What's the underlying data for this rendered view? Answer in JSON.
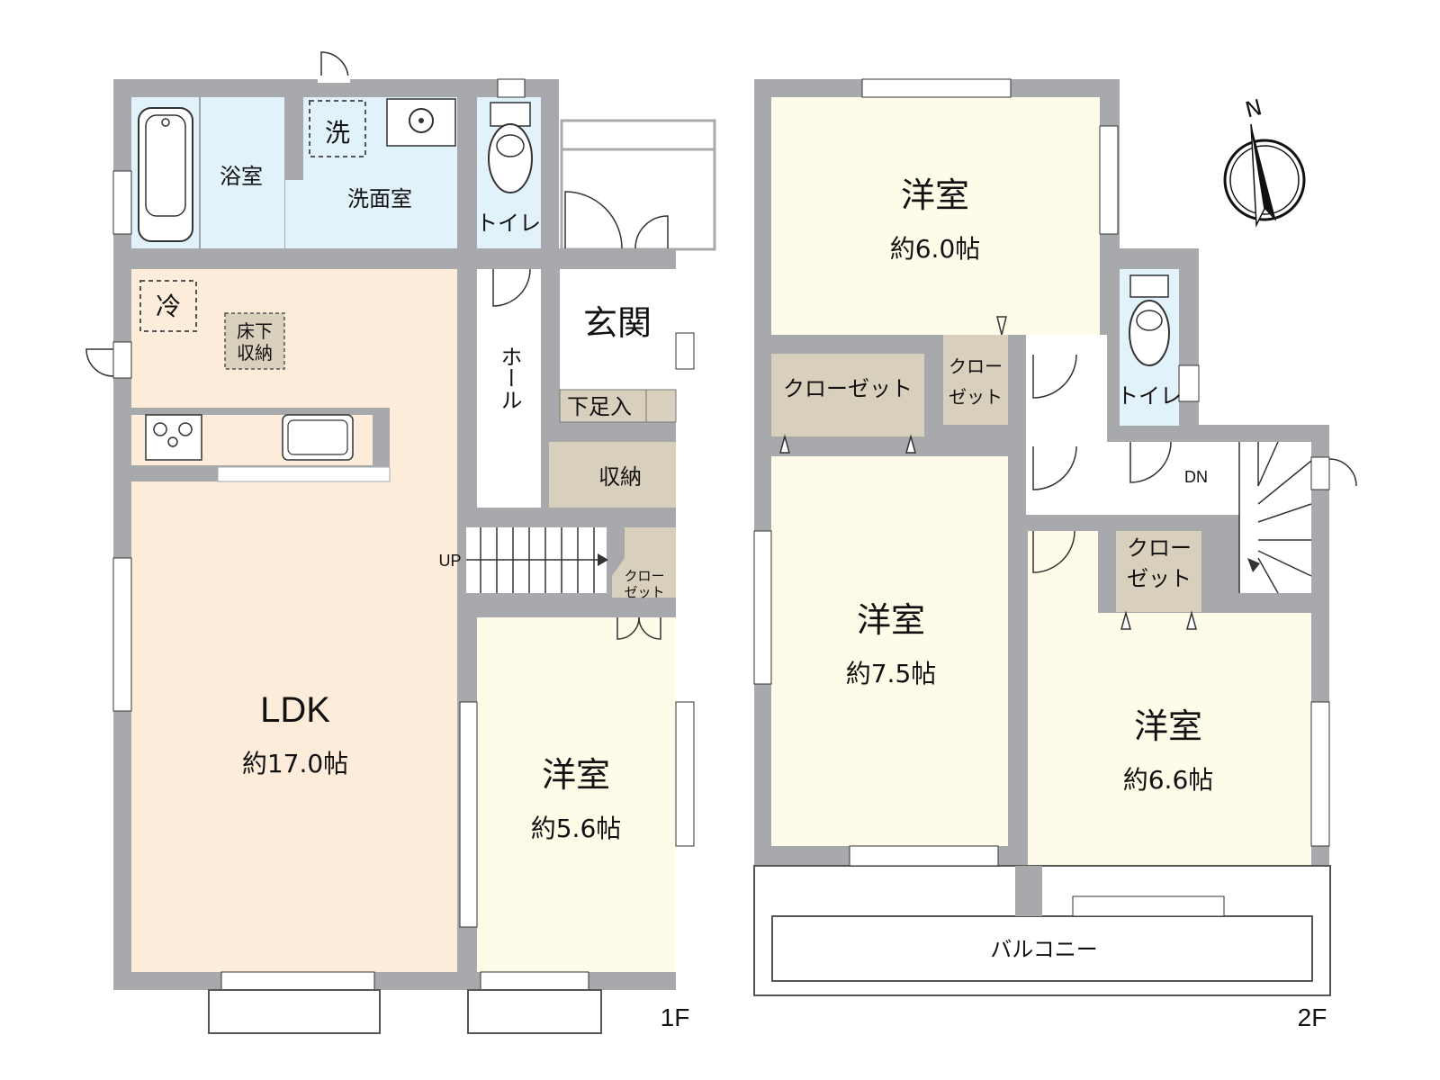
{
  "floors": {
    "first": {
      "label": "1F",
      "rooms": {
        "bath": "浴室",
        "washroom": "洗面室",
        "washer_mark": "洗",
        "toilet": "トイレ",
        "fridge_mark": "冷",
        "underfloor_1": "床下",
        "underfloor_2": "収納",
        "ldk_name": "LDK",
        "ldk_size": "約17.0帖",
        "entrance": "玄関",
        "shoe_storage": "下足入",
        "hall": "ホール",
        "storage": "収納",
        "stairs_up": "UP",
        "closet_small_1": "クロー",
        "closet_small_2": "ゼット",
        "western_name": "洋室",
        "western_size": "約5.6帖"
      }
    },
    "second": {
      "label": "2F",
      "rooms": {
        "north_room_name": "洋室",
        "north_room_size": "約6.0帖",
        "closet_wide": "クローゼット",
        "closet_a_1": "クロー",
        "closet_a_2": "ゼット",
        "toilet": "トイレ",
        "stairs_down": "DN",
        "west_room_name": "洋室",
        "west_room_size": "約7.5帖",
        "closet_b_1": "クロー",
        "closet_b_2": "ゼット",
        "east_room_name": "洋室",
        "east_room_size": "約6.6帖",
        "balcony": "バルコニー"
      }
    }
  },
  "compass": {
    "label": "N"
  },
  "colors": {
    "wall": "#a7a9ac",
    "ldk": "#fdecd9",
    "western": "#fefbe8",
    "wet": "#e2f2fb",
    "storage": "#d9cfbd",
    "entrance": "#ffffff"
  }
}
